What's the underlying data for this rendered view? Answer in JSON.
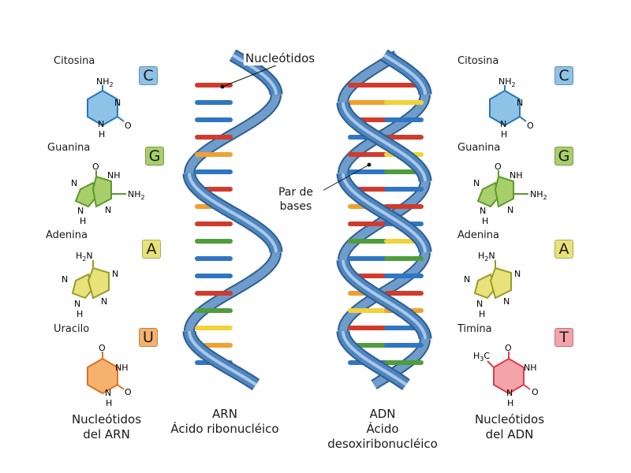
{
  "left_column": {
    "nucleotides": [
      {
        "name": "Citosina",
        "letter": "C",
        "color": "#8ec2e6"
      },
      {
        "name": "Guanina",
        "letter": "G",
        "color": "#a8cf6b"
      },
      {
        "name": "Adenina",
        "letter": "A",
        "color": "#e8e27a"
      },
      {
        "name": "Uracilo",
        "letter": "U",
        "color": "#f5b16e"
      }
    ],
    "caption": [
      "Nucleótidos",
      "del ARN"
    ]
  },
  "right_column": {
    "nucleotides": [
      {
        "name": "Citosina",
        "letter": "C",
        "color": "#8ec2e6"
      },
      {
        "name": "Guanina",
        "letter": "G",
        "color": "#a8cf6b"
      },
      {
        "name": "Adenina",
        "letter": "A",
        "color": "#e8e27a"
      },
      {
        "name": "Timina",
        "letter": "T",
        "color": "#f4a3a8"
      }
    ],
    "caption": [
      "Nucleótidos",
      "del ADN"
    ]
  },
  "structure_labels": {
    "cytosine": {
      "nh2": "NH",
      "sub2": "2",
      "n1": "N",
      "n2": "N",
      "h": "H",
      "o": "O"
    },
    "guanine": {
      "o": "O",
      "nh": "NH",
      "nh2": "NH",
      "sub2": "2",
      "n1": "N",
      "n2": "N",
      "n3": "N",
      "h": "H"
    },
    "adenine": {
      "h2n_h": "H",
      "sub2": "2",
      "n_of_nh2": "N",
      "n1": "N",
      "n2": "N",
      "n3": "N",
      "n4": "N",
      "h": "H"
    },
    "uracil": {
      "o1": "O",
      "nh": "NH",
      "n": "N",
      "h": "H",
      "o2": "O"
    },
    "thymine": {
      "h3c_h": "H",
      "sub3": "3",
      "h3c_c": "C",
      "o1": "O",
      "nh": "NH",
      "n": "N",
      "h": "H",
      "o2": "O"
    }
  },
  "annotations": {
    "nucleotides": "Nucleótidos",
    "base_pair": [
      "Par de",
      "bases"
    ]
  },
  "captions": {
    "rna": [
      "ARN",
      "Ácido ribonucléico"
    ],
    "dna": [
      "ADN",
      "Ácido",
      "desoxiribonucléico"
    ]
  },
  "colors": {
    "backbone": "#4f86c0",
    "backbone_light": "#b9d3ee",
    "backbone_dark": "#2e5f92",
    "base_red": "#d23a2a",
    "base_orange": "#f0a030",
    "base_yellow": "#f1d239",
    "base_blue": "#2f76c3",
    "base_green": "#4f9d3a",
    "cytosine_fill": "#8ec2e6",
    "cytosine_stroke": "#2b78b6",
    "guanine_fill": "#a8cf6b",
    "guanine_stroke": "#5c9a2c",
    "adenine_fill": "#e8e27a",
    "adenine_stroke": "#9a9a2a",
    "uracil_fill": "#f5b16e",
    "uracil_stroke": "#e07020",
    "thymine_fill": "#f4a3a8",
    "thymine_stroke": "#d8404c"
  }
}
